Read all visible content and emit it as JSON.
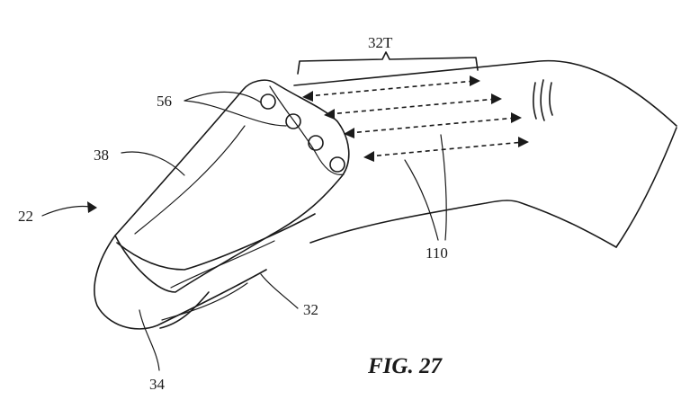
{
  "figure": {
    "caption": "FIG. 27",
    "labels": {
      "ref_22": "22",
      "ref_38": "38",
      "ref_56": "56",
      "ref_32T": "32T",
      "ref_110": "110",
      "ref_32": "32",
      "ref_34": "34"
    }
  }
}
